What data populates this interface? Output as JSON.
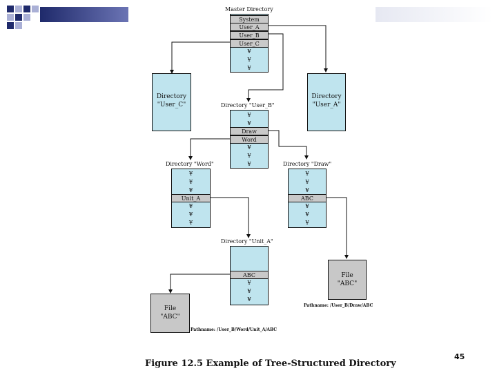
{
  "master": {
    "title": "Master Directory",
    "entries": [
      "System",
      "User_A",
      "User_B",
      "User_C"
    ],
    "dots": [
      "¥",
      "¥",
      "¥"
    ]
  },
  "dir_user_c": {
    "lines": [
      "Directory",
      "\"User_C\""
    ]
  },
  "dir_user_a": {
    "lines": [
      "Directory",
      "\"User_A\""
    ]
  },
  "dir_user_b": {
    "title": "Directory \"User_B\"",
    "top_dots": [
      "¥",
      "¥"
    ],
    "entries": [
      "Draw",
      "Word"
    ],
    "bottom_dots": [
      "¥",
      "¥",
      "¥"
    ]
  },
  "dir_word": {
    "title": "Directory \"Word\"",
    "top_dots": [
      "¥",
      "¥",
      "¥"
    ],
    "entry": "Unit_A",
    "bottom_dots": [
      "¥",
      "¥",
      "¥"
    ]
  },
  "dir_draw": {
    "title": "Directory \"Draw\"",
    "top_dots": [
      "¥",
      "¥",
      "¥"
    ],
    "entry": "ABC",
    "bottom_dots": [
      "¥",
      "¥",
      "¥"
    ]
  },
  "dir_unit_a": {
    "title": "Directory \"Unit_A\"",
    "entry": "ABC",
    "bottom_dots": [
      "¥",
      "¥",
      "¥"
    ]
  },
  "file_draw": {
    "lines": [
      "File",
      "\"ABC\""
    ],
    "pathname": "Pathname: /User_B/Draw/ABC"
  },
  "file_word": {
    "lines": [
      "File",
      "\"ABC\""
    ],
    "pathname": "Pathname: /User_B/Word/Unit_A/ABC"
  },
  "caption": "Figure 12.5  Example of Tree-Structured Directory",
  "page_number": "45",
  "colors": {
    "directory_fill": "#bfe4ee",
    "entry_fill": "#c9c9c9",
    "file_fill": "#c8c8c8",
    "deco_navy": "#1f2a6b"
  }
}
